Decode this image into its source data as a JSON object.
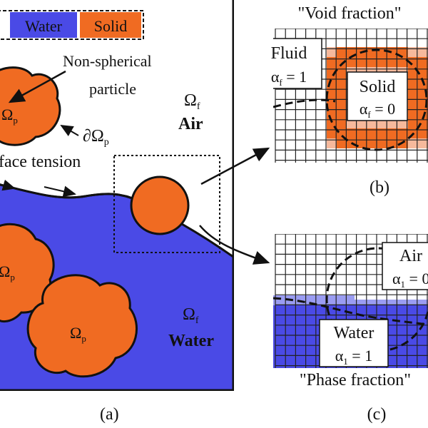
{
  "colors": {
    "water": "#4a4ae6",
    "solid": "#f06b22",
    "solid_light": "#f6b99c",
    "water_light": "#9a9cf2",
    "outline": "#111111",
    "background": "#ffffff"
  },
  "panel_a": {
    "legend_water": "Water",
    "legend_solid": "Solid",
    "legend_air_fragment": "",
    "non_spherical_label_line1": "Non-spherical",
    "non_spherical_label_line2": "particle",
    "omega_p": "Ω",
    "omega_p_sub": "p",
    "omega_f": "Ω",
    "omega_f_sub": "f",
    "air_label": "Air",
    "water_label": "Water",
    "boundary_label": "∂Ω",
    "boundary_sub": "p",
    "surface_tension_label": "face tension",
    "caption": "(a)"
  },
  "panel_b": {
    "title": "\"Void fraction\"",
    "fluid_label": "Fluid",
    "fluid_value_alpha": "α",
    "fluid_value_sub": "f",
    "fluid_value_eq": " = 1",
    "solid_label": "Solid",
    "solid_value_alpha": "α",
    "solid_value_sub": "f",
    "solid_value_eq": " = 0",
    "caption": "(b)"
  },
  "panel_c": {
    "title": "\"Phase fraction\"",
    "air_label": "Air",
    "air_value_alpha": "α",
    "air_value_sub": "1",
    "air_value_eq": " = 0",
    "water_label": "Water",
    "water_value_alpha": "α",
    "water_value_sub": "1",
    "water_value_eq": " = 1",
    "caption": "(c)"
  }
}
